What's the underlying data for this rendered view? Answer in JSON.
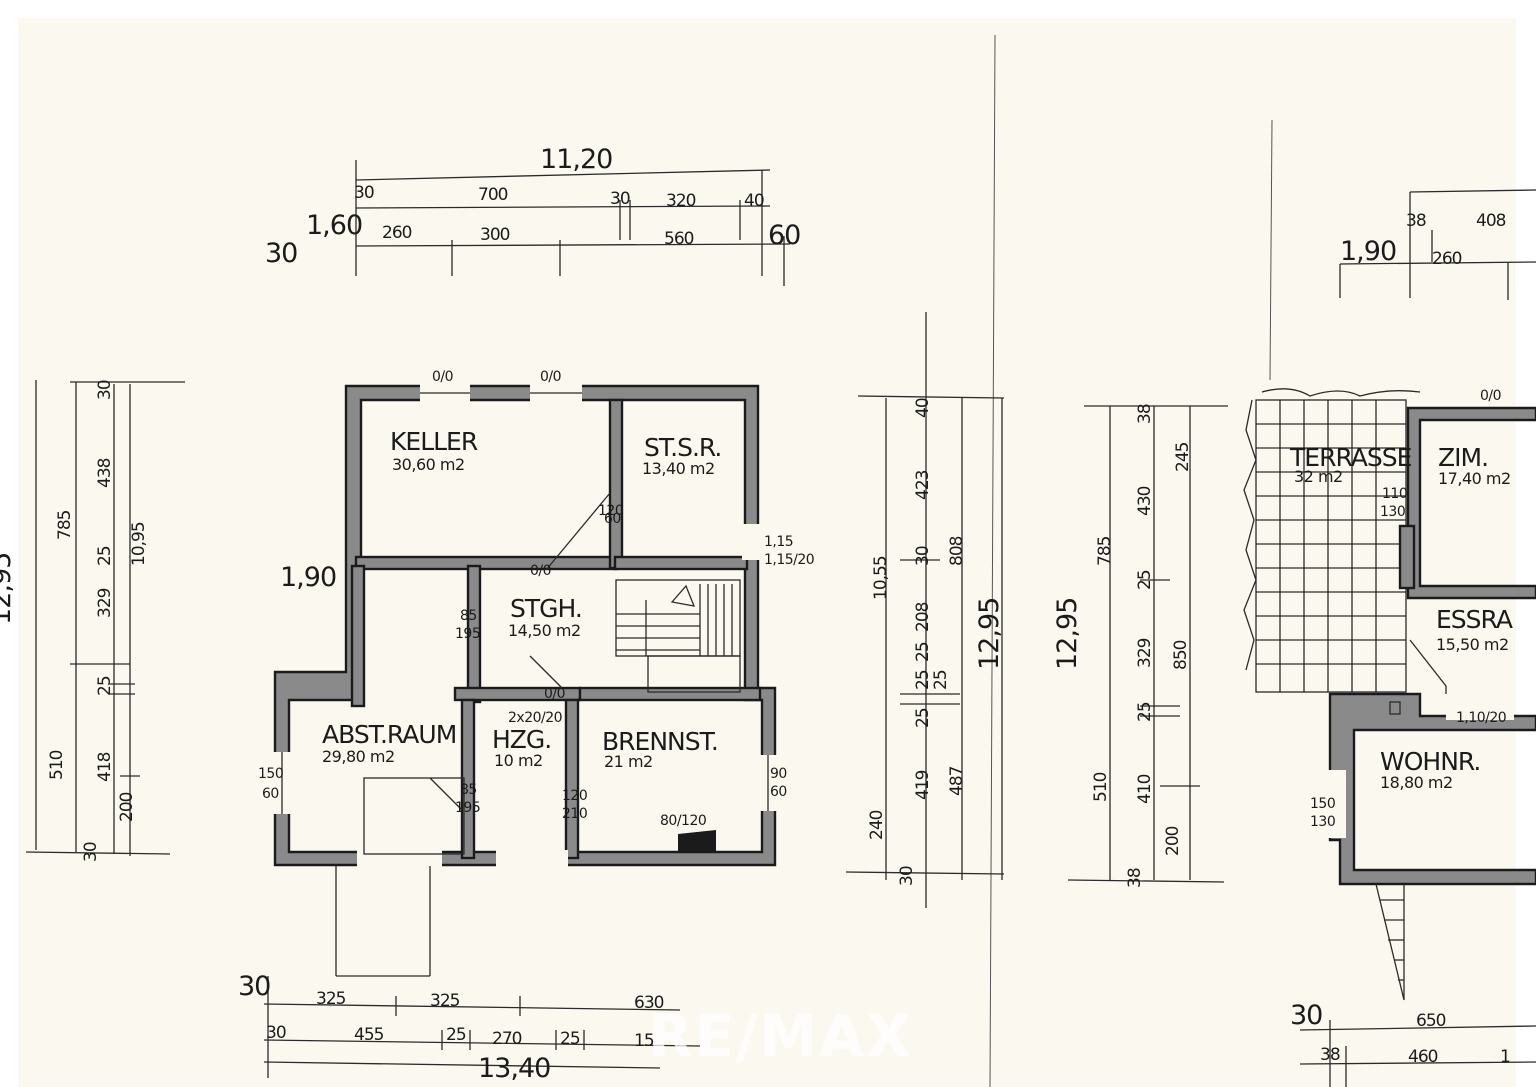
{
  "plan": {
    "rooms": [
      {
        "name": "KELLER",
        "area": "30,60 m2"
      },
      {
        "name": "ST.S.R.",
        "area": "13,40 m2"
      },
      {
        "name": "STGH.",
        "area": "14,50 m2"
      },
      {
        "name": "ABST.RAUM",
        "area": "29,80 m2"
      },
      {
        "name": "HZG.",
        "area": "10 m2"
      },
      {
        "name": "BRENNST.",
        "area": "21 m2"
      },
      {
        "name": "TERRASSE",
        "area": "32 m2"
      },
      {
        "name": "ZIM.",
        "area": "17,40 m2"
      },
      {
        "name": "ESSRA",
        "area": "15,50 m2"
      },
      {
        "name": "WOHNR.",
        "area": "18,80 m2"
      }
    ],
    "top_dims": {
      "total": "11,20",
      "row1": [
        "30",
        "700",
        "30",
        "320",
        "40"
      ],
      "row2": [
        "1,60",
        "260",
        "300",
        "560",
        "60"
      ],
      "left": "30"
    },
    "bottom_dims": {
      "row1": [
        "30",
        "325",
        "325",
        "630"
      ],
      "row2": [
        "30",
        "455",
        "25",
        "270",
        "25",
        "15"
      ],
      "total": "13,40"
    },
    "left_dims": {
      "total": "12,95",
      "a": [
        "30",
        "438",
        "25",
        "329",
        "25",
        "418",
        "30"
      ],
      "b": [
        "785",
        "510"
      ],
      "c": [
        "10,95",
        "200"
      ]
    },
    "mid_dims": {
      "total": "12,95",
      "a": [
        "40",
        "423",
        "30",
        "208",
        "25",
        "419",
        "30"
      ],
      "b": [
        "10,55",
        "240"
      ],
      "c": [
        "808",
        "487"
      ],
      "d": [
        "25",
        "25",
        "25"
      ]
    },
    "right_dims": {
      "total": "12,95",
      "a": [
        "38",
        "430",
        "25",
        "329",
        "25",
        "410",
        "38"
      ],
      "b": [
        "785",
        "510"
      ],
      "c": [
        "245",
        "850",
        "200"
      ]
    },
    "openings": [
      "0/0",
      "0/0",
      "0/0",
      "0/0",
      "120",
      "60",
      "1,15",
      "1,15/20",
      "85",
      "195",
      "2x20/20",
      "85",
      "195",
      "120",
      "210",
      "90",
      "60",
      "150",
      "60",
      "80/120",
      "1,90"
    ],
    "right_plan": {
      "top": [
        "38",
        "408",
        "1,90",
        "260"
      ],
      "openings": [
        "110",
        "130",
        "150",
        "130",
        "0/0",
        "1,10/20"
      ],
      "bottom": [
        "30",
        "650",
        "38",
        "460",
        "1"
      ]
    },
    "watermark": "RE/MAX"
  }
}
